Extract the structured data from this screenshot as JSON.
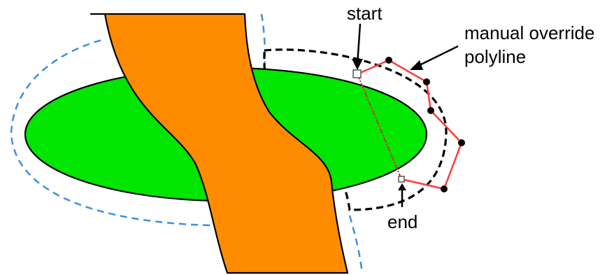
{
  "labels": {
    "start": "start",
    "end": "end",
    "override_line1": "manual override",
    "override_line2": "polyline"
  },
  "colors": {
    "ellipse_fill": "#00e600",
    "road_fill": "#ff8c00",
    "outline": "#000000",
    "offset_dashed_blue": "#3d8fe0",
    "offset_dashed_black": "#000000",
    "override_polyline": "#ff3b3b",
    "chord_line": "#c0392b"
  }
}
